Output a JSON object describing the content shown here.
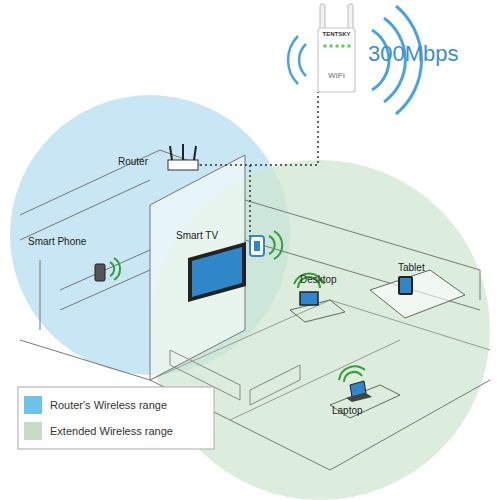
{
  "diagram": {
    "labels": [
      "TENTSKY",
      "WiFi",
      "300Mbps",
      "Router",
      "Smart Phone",
      "Smart TV",
      "Desktop",
      "Tablet",
      "Laptop"
    ],
    "legend": [
      {
        "text": "Router's Wireless range",
        "color": "#6ec3e8"
      },
      {
        "text": "Extended Wireless range",
        "color": "#c6dcc4"
      }
    ]
  }
}
